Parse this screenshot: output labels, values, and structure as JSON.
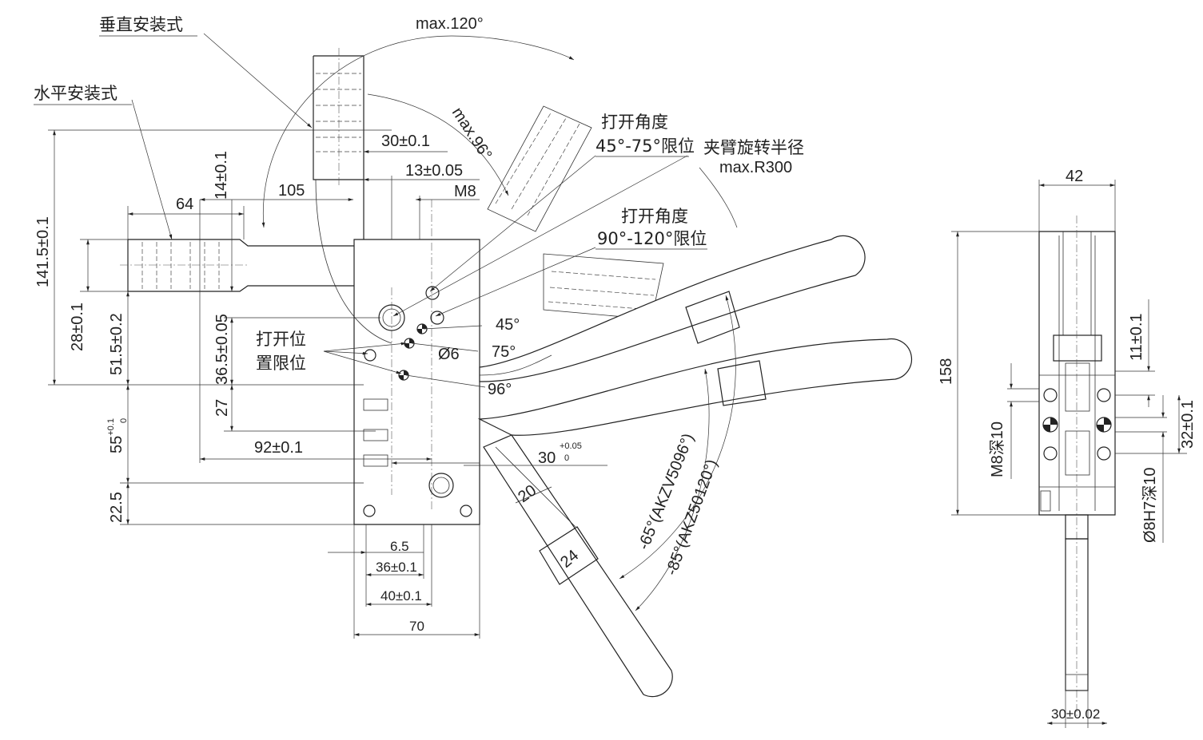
{
  "labels": {
    "vertical_mount": "垂直安装式",
    "horizontal_mount": "水平安装式",
    "open_angle_1_title": "打开角度",
    "open_angle_1_range": "45°-75°限位",
    "open_angle_2_title": "打开角度",
    "open_angle_2_range": "90°-120°限位",
    "arm_radius_title": "夹臂旋转半径",
    "arm_radius_value": "max.R300",
    "open_pos_line1": "打开位",
    "open_pos_line2": "置限位",
    "max120": "max.120°",
    "max96": "max.96°"
  },
  "dims": {
    "d141": "141.5±0.1",
    "d14": "14±0.1",
    "d105": "105",
    "d64": "64",
    "d30": "30±0.1",
    "d13": "13±0.05",
    "m8": "M8",
    "d28": "28±0.1",
    "d51": "51.5±0.2",
    "d365": "36.5±0.05",
    "d27": "27",
    "d55": "55",
    "d55_tol_hi": "+0.1",
    "d55_tol_lo": "0",
    "d92": "92±0.1",
    "d225": "22.5",
    "d65": "6.5",
    "d36": "36±0.1",
    "d40": "40±0.1",
    "d70": "70",
    "phi6": "Ø6",
    "a45": "45°",
    "a75": "75°",
    "a96": "96°",
    "d30arm": "30",
    "d30arm_hi": "+0.05",
    "d30arm_lo": "0",
    "d20": "20",
    "d24": "24",
    "akzv": "-65°(AKZV5096°)",
    "akz": "-85°(AKZ50120°)"
  },
  "side_view": {
    "d42": "42",
    "d158": "158",
    "d11": "11±0.1",
    "m8deep": "M8深10",
    "d32": "32±0.1",
    "phi8": "Ø8H7深10",
    "d30": "30±0.02"
  }
}
